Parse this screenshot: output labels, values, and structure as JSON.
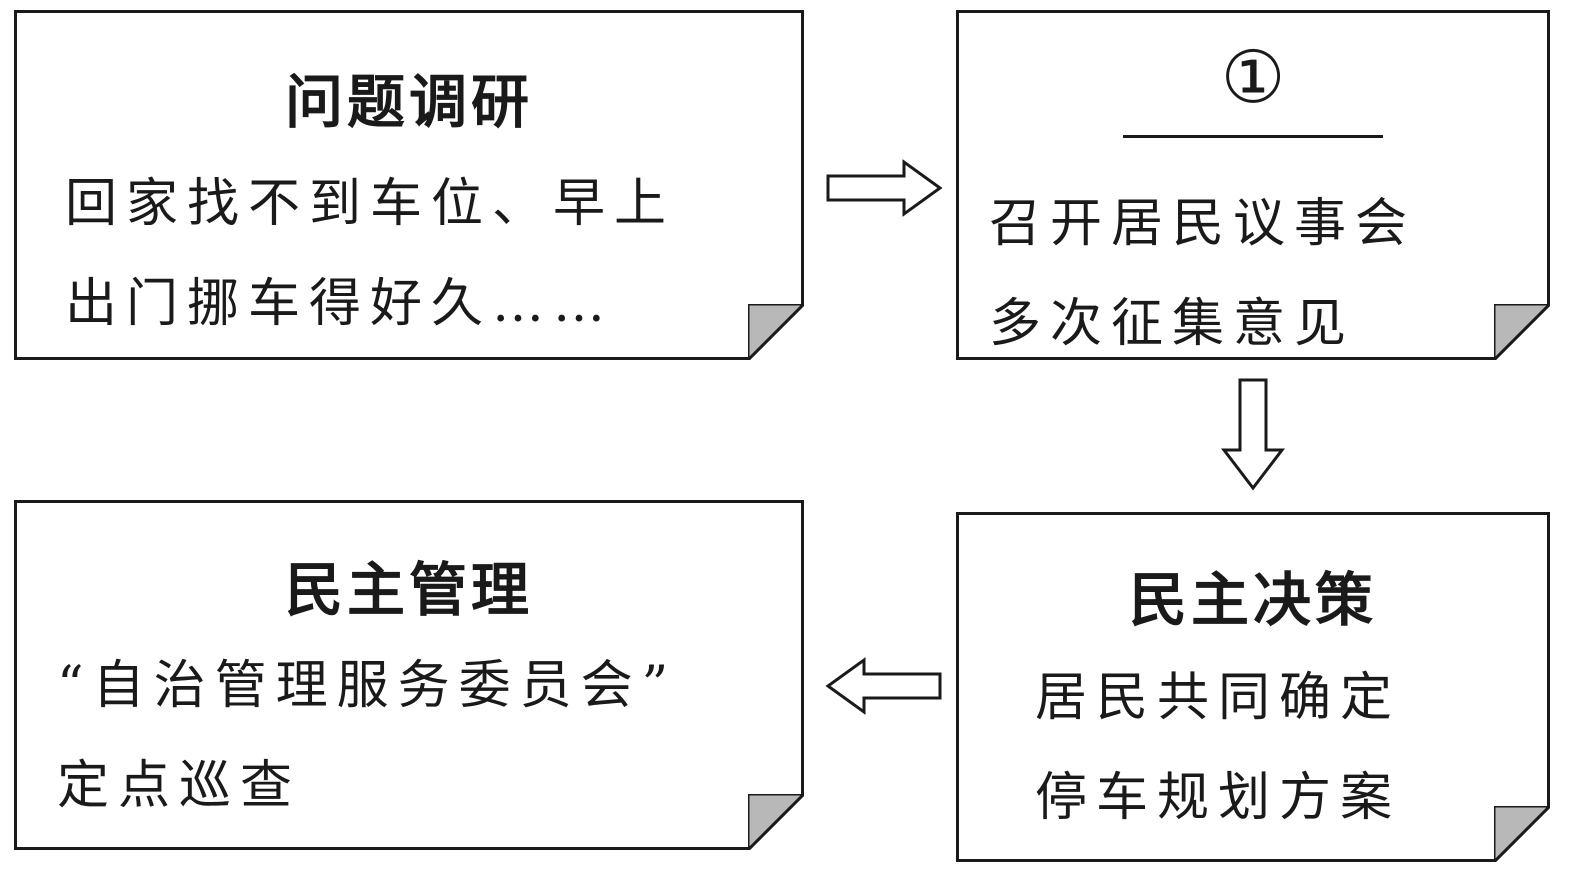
{
  "box1": {
    "title": "问题调研",
    "lines": [
      "回家找不到车位、早上",
      "出门挪车得好久……"
    ]
  },
  "box2": {
    "title": "①",
    "lines": [
      "召开居民议事会",
      "多次征集意见"
    ]
  },
  "box3": {
    "title": "民主决策",
    "lines": [
      "居民共同确定",
      "停车规划方案"
    ]
  },
  "box4": {
    "title": "民主管理",
    "lines": [
      "“自治管理服务委员会”",
      "定点巡查"
    ]
  },
  "colors": {
    "stroke": "#1a1a1a",
    "fold": "#b8b8b8"
  }
}
